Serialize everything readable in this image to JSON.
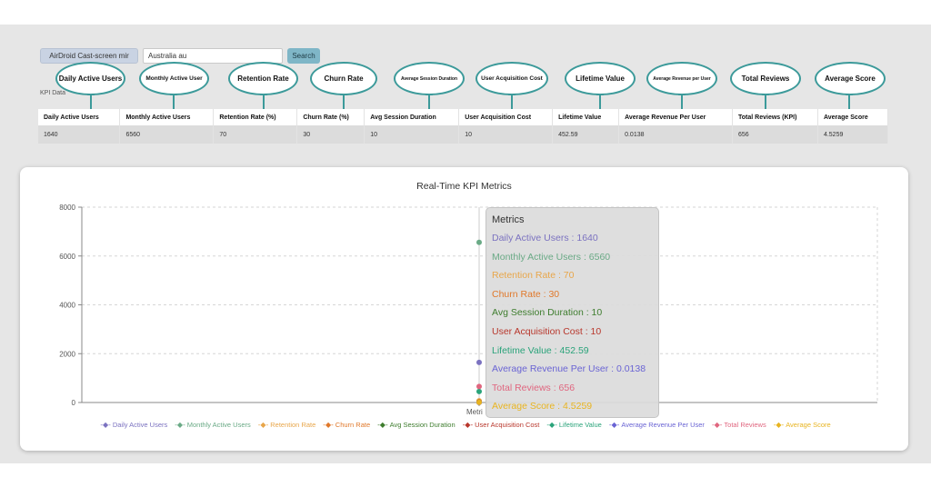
{
  "toolbar": {
    "app_label": "AirDroid Cast-screen mir",
    "search_value": "Australia au",
    "search_label": "Search"
  },
  "annotations": [
    "Daily Active Users",
    "Monthly Active User",
    "Retention Rate",
    "Churn Rate",
    "Average Session Duration",
    "User Acquisition Cost",
    "Lifetime Value",
    "Average Revenue per User",
    "Total Reviews",
    "Average Score"
  ],
  "kpi_table": {
    "caption": "KPI Data",
    "headers": [
      "Daily Active Users",
      "Monthly Active Users",
      "Retention Rate (%)",
      "Churn Rate (%)",
      "Avg Session Duration",
      "User Acquisition Cost",
      "Lifetime Value",
      "Average Revenue Per User",
      "Total Reviews (KPI)",
      "Average Score"
    ],
    "row": [
      "1640",
      "6560",
      "70",
      "30",
      "10",
      "10",
      "452.59",
      "0.0138",
      "656",
      "4.5259"
    ]
  },
  "chart_data": {
    "type": "scatter",
    "title": "Real-Time KPI Metrics",
    "categories": [
      "Metrics"
    ],
    "category_label_visible": "Metri",
    "ylim": [
      0,
      8000
    ],
    "yticks": [
      "0",
      "2000",
      "4000",
      "6000",
      "8000"
    ],
    "grid": true,
    "legend_position": "bottom",
    "series": [
      {
        "name": "Daily Active Users",
        "values": [
          1640
        ],
        "color": "#7b72c0"
      },
      {
        "name": "Monthly Active Users",
        "values": [
          6560
        ],
        "color": "#6aaa86"
      },
      {
        "name": "Retention Rate",
        "values": [
          70
        ],
        "color": "#e8a64a"
      },
      {
        "name": "Churn Rate",
        "values": [
          30
        ],
        "color": "#e0782a"
      },
      {
        "name": "Avg Session Duration",
        "values": [
          10
        ],
        "color": "#3e7d2e"
      },
      {
        "name": "User Acquisition Cost",
        "values": [
          10
        ],
        "color": "#b8372c"
      },
      {
        "name": "Lifetime Value",
        "values": [
          452.59
        ],
        "color": "#2aa37a"
      },
      {
        "name": "Average Revenue Per User",
        "values": [
          0.0138
        ],
        "color": "#6a64d4"
      },
      {
        "name": "Total Reviews",
        "values": [
          656
        ],
        "color": "#e0667f"
      },
      {
        "name": "Average Score",
        "values": [
          4.5259
        ],
        "color": "#e8b420"
      }
    ]
  },
  "tooltip": {
    "title": "Metrics",
    "rows": [
      "Daily Active Users : 1640",
      "Monthly Active Users : 6560",
      "Retention Rate : 70",
      "Churn Rate : 30",
      "Avg Session Duration : 10",
      "User Acquisition Cost : 10",
      "Lifetime Value : 452.59",
      "Average Revenue Per User : 0.0138",
      "Total Reviews : 656",
      "Average Score : 4.5259"
    ]
  }
}
